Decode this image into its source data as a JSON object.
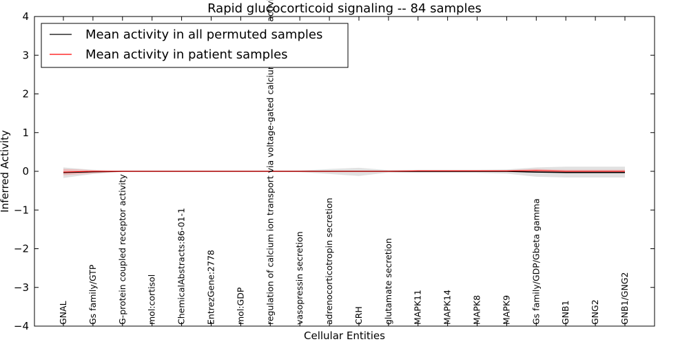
{
  "chart_data": {
    "type": "line",
    "title": "Rapid glucocorticoid signaling -- 84 samples",
    "xlabel": "Cellular Entities",
    "ylabel": "Inferred Activity",
    "ylim": [
      -4,
      4
    ],
    "yticks": [
      -4,
      -3,
      -2,
      -1,
      0,
      1,
      2,
      3,
      4
    ],
    "grid": false,
    "legend_position": "top-left",
    "categories": [
      "GNAL",
      "Gs family/GTP",
      "G-protein coupled receptor activity",
      "mol:cortisol",
      "ChemicalAbstracts:86-01-1",
      "EntrezGene:2778",
      "mol:GDP",
      "regulation of calcium ion transport via voltage-gated calcium channel activity",
      "vasopressin secretion",
      "adrenocorticotropin secretion",
      "CRH",
      "glutamate secretion",
      "MAPK11",
      "MAPK14",
      "MAPK8",
      "MAPK9",
      "Gs family/GDP/Gbeta gamma",
      "GNB1",
      "GNG2",
      "GNB1/GNG2"
    ],
    "series": [
      {
        "name": "Mean activity in all permuted samples",
        "color": "#000000",
        "band_color": "#c8c8c8",
        "values": [
          -0.03,
          -0.01,
          0.0,
          0.0,
          0.0,
          0.0,
          0.0,
          0.0,
          0.0,
          0.0,
          0.0,
          0.0,
          0.0,
          0.0,
          0.0,
          0.0,
          -0.02,
          -0.03,
          -0.03,
          -0.03
        ],
        "band_lower": [
          -0.17,
          -0.07,
          -0.01,
          -0.01,
          -0.01,
          -0.01,
          -0.01,
          -0.01,
          -0.02,
          -0.07,
          -0.12,
          -0.03,
          -0.04,
          -0.04,
          -0.04,
          -0.06,
          -0.14,
          -0.16,
          -0.16,
          -0.16
        ],
        "band_upper": [
          0.1,
          0.04,
          0.01,
          0.01,
          0.01,
          0.01,
          0.01,
          0.01,
          0.02,
          0.06,
          0.09,
          0.03,
          0.04,
          0.04,
          0.04,
          0.05,
          0.1,
          0.12,
          0.12,
          0.12
        ]
      },
      {
        "name": "Mean activity in patient samples",
        "color": "#ff0000",
        "band_color": "#f4a0a0",
        "values": [
          -0.02,
          0.0,
          0.0,
          0.0,
          0.0,
          0.0,
          0.0,
          0.0,
          0.0,
          0.0,
          0.0,
          0.0,
          0.01,
          0.01,
          0.01,
          0.01,
          0.02,
          0.0,
          0.0,
          0.0
        ],
        "band_lower": [
          -0.1,
          -0.05,
          -0.01,
          -0.01,
          -0.01,
          -0.01,
          -0.01,
          -0.01,
          -0.01,
          -0.01,
          -0.01,
          -0.01,
          -0.01,
          -0.01,
          -0.01,
          -0.01,
          -0.01,
          -0.03,
          -0.03,
          -0.03
        ],
        "band_upper": [
          0.06,
          0.03,
          0.01,
          0.01,
          0.01,
          0.01,
          0.01,
          0.01,
          0.01,
          0.01,
          0.01,
          0.01,
          0.03,
          0.03,
          0.03,
          0.03,
          0.06,
          0.04,
          0.04,
          0.04
        ]
      }
    ]
  }
}
